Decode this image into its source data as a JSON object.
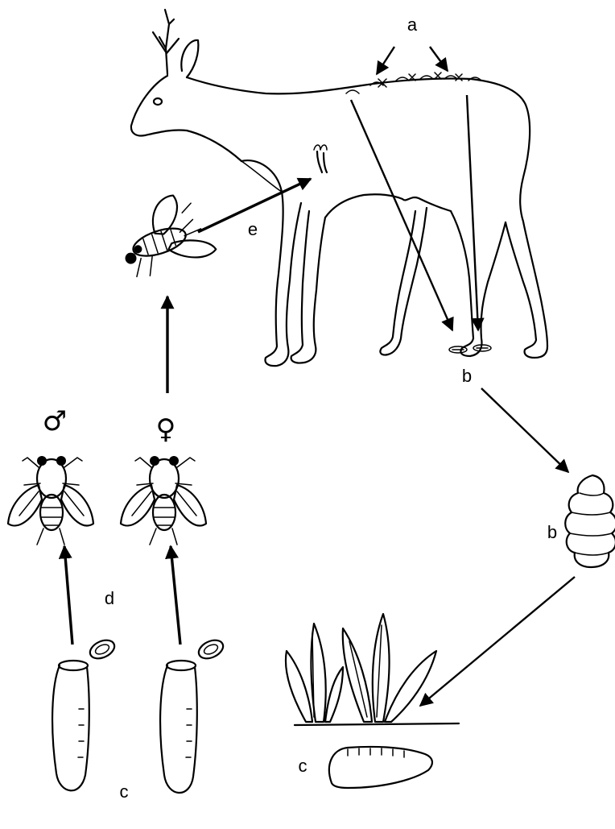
{
  "labels": {
    "a": "a",
    "b_eggs": "b",
    "b_larva": "b",
    "c_left": "c",
    "c_ground": "c",
    "d": "d",
    "e": "e"
  },
  "symbols": {
    "male": "♂",
    "female": "♀"
  }
}
